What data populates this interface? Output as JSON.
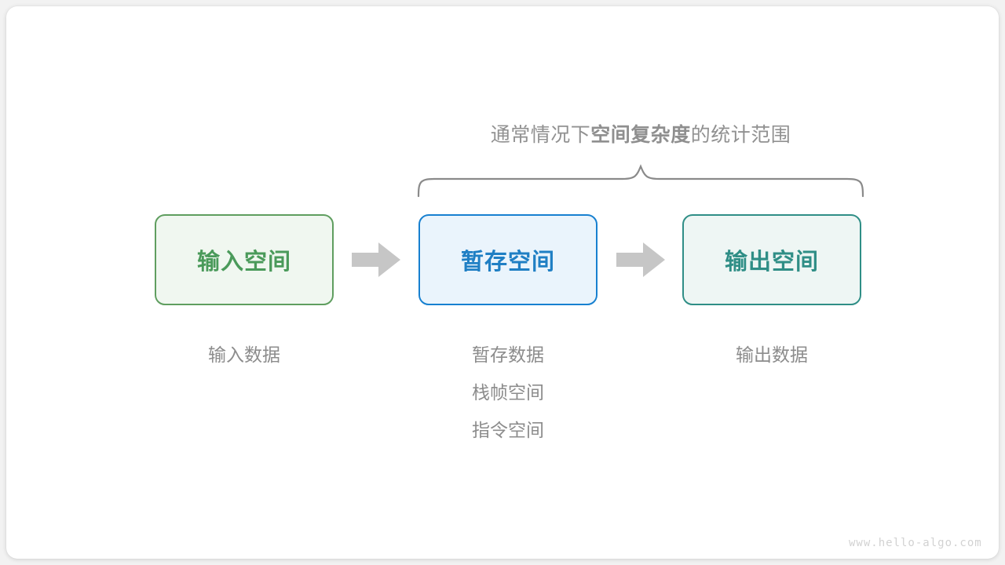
{
  "meta": {
    "watermark": "www.hello-algo.com"
  },
  "annotation": {
    "prefix": "通常情况下",
    "emphasis": "空间复杂度",
    "suffix": "的统计范围",
    "brace_name": "curly-brace"
  },
  "boxes": [
    {
      "id": "input",
      "label": "输入空间",
      "border_color": "#5f9e5f",
      "fill_color": "#f0f7f0",
      "text_color": "#4a9a5a"
    },
    {
      "id": "temp",
      "label": "暂存空间",
      "border_color": "#1780d0",
      "fill_color": "#eaf4fc",
      "text_color": "#1f7fc4"
    },
    {
      "id": "output",
      "label": "输出空间",
      "border_color": "#2f8e86",
      "fill_color": "#eef6f4",
      "text_color": "#2f8e86"
    }
  ],
  "arrows": [
    {
      "id": "input-to-temp",
      "color": "#c6c6c6"
    },
    {
      "id": "temp-to-output",
      "color": "#c6c6c6"
    }
  ],
  "captions": {
    "input": [
      "输入数据"
    ],
    "temp": [
      "暂存数据",
      "栈帧空间",
      "指令空间"
    ],
    "output": [
      "输出数据"
    ]
  },
  "colors": {
    "page_background": "#f2f2f2",
    "card_background": "#ffffff",
    "caption_text": "#8c8c8c",
    "annotation_text": "#919191",
    "brace_stroke": "#8a8a8a",
    "watermark_text": "#d2d2d2"
  }
}
